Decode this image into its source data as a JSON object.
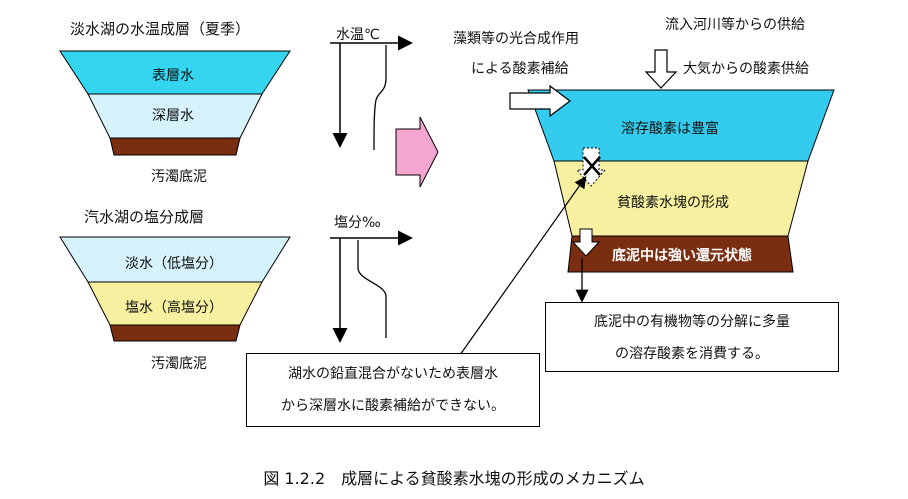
{
  "left_diagrams": {
    "freshwater": {
      "title": "淡水湖の水温成層（夏季）",
      "layers": {
        "surface": "表層水",
        "deep": "深層水"
      },
      "sediment": "汚濁底泥",
      "profile_label": "水温℃"
    },
    "brackish": {
      "title": "汽水湖の塩分成層",
      "layers": {
        "fresh": "淡水（低塩分）",
        "salt": "塩水（高塩分）"
      },
      "sediment": "汚濁底泥",
      "profile_label": "塩分‰"
    }
  },
  "right_diagram": {
    "inputs": {
      "photosynthesis_line1": "藻類等の光合成作用",
      "photosynthesis_line2": "による酸素補給",
      "river": "流入河川等からの供給",
      "atmosphere": "大気からの酸素供給"
    },
    "layers": {
      "top": "溶存酸素は豊富",
      "middle": "貧酸素水塊の形成",
      "bottom": "底泥中は強い還元状態"
    },
    "colors": {
      "top": "#33ccee",
      "middle": "#f6f0a0",
      "bottom": "#7a2e10"
    }
  },
  "callouts": {
    "consumption_line1": "底泥中の有機物等の分解に多量",
    "consumption_line2": "の溶存酸素を消費する。",
    "mixing_line1": "湖水の鉛直混合がないため表層水",
    "mixing_line2": "から深層水に酸素補給ができない。"
  },
  "caption": "図 1.2.2　成層による貧酸素水塊の形成のメカニズム"
}
